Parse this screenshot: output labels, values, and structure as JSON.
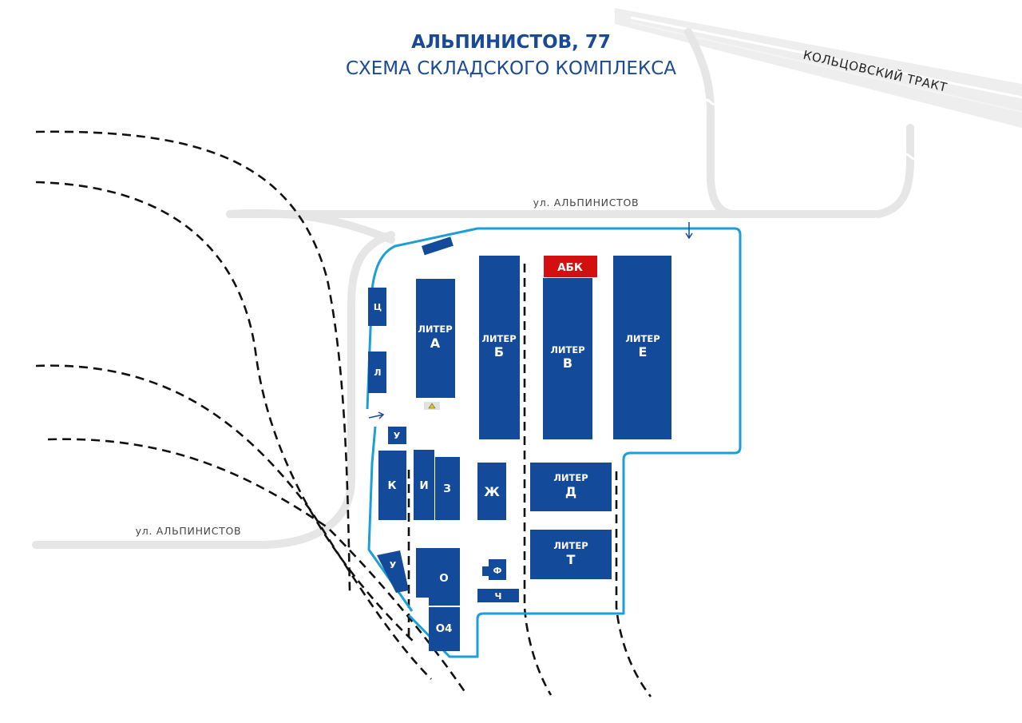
{
  "title": {
    "line1": "АЛЬПИНИСТОВ, 77",
    "line2": "СХЕМА СКЛАДСКОГО КОМПЛЕКСА"
  },
  "roads": {
    "top_street": "ул. АЛЬПИНИСТОВ",
    "left_street": "ул. АЛЬПИНИСТОВ",
    "highway": "КОЛЬЦОВСКИЙ ТРАКТ"
  },
  "buildings": {
    "abk": "АБК",
    "a_top": "ЛИТЕР",
    "a": "А",
    "b_top": "ЛИТЕР",
    "b": "Б",
    "v_top": "ЛИТЕР",
    "v": "В",
    "e_top": "ЛИТЕР",
    "e": "Е",
    "d_top": "ЛИТЕР",
    "d": "Д",
    "t_top": "ЛИТЕР",
    "t": "Т",
    "ts": "Ц",
    "l": "Л",
    "u1": "У",
    "k": "К",
    "i": "И",
    "z": "З",
    "zh": "Ж",
    "u2": "У",
    "o": "О",
    "o4": "О4",
    "f": "Ф",
    "ch": "Ч"
  },
  "colors": {
    "building": "#134a9a",
    "abk": "#d40f0f",
    "route": "#1a9fd8",
    "road": "#e6e6e6",
    "title": "#1a4a95",
    "railway": "#111111"
  },
  "icons": {
    "route_arrow": "arrow-icon",
    "warning": "warning-sign-icon"
  }
}
